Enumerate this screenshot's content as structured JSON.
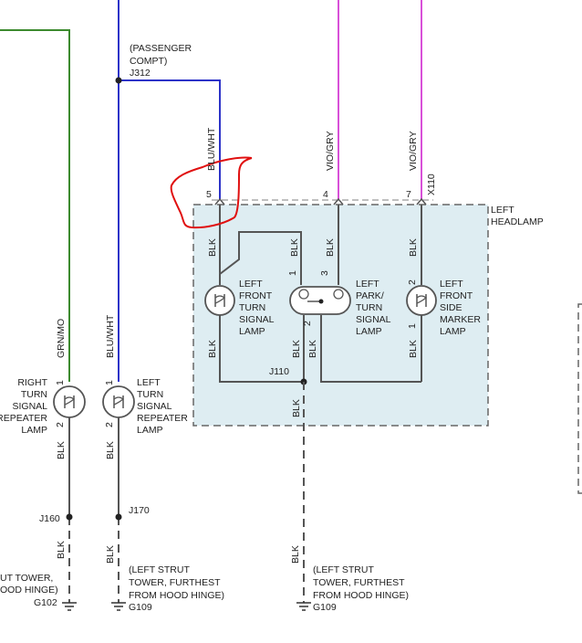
{
  "colors": {
    "green_wire": "#3c8a2e",
    "blue_wire": "#2d33c8",
    "violet_wire": "#d850d8",
    "black_wire": "#555555",
    "headlamp_fill": "#deedf2",
    "annotation": "#e01010"
  },
  "labels": {
    "passenger_compt": "(PASSENGER",
    "passenger_compt_2": "COMPT)",
    "j312": "J312",
    "blu_wht_top": "BLU/WHT",
    "vio_gry_1": "VIO/GRY",
    "vio_gry_2": "VIO/GRY",
    "x110": "X110",
    "pin5": "5",
    "pin4": "4",
    "pin7": "7",
    "left_headlamp_1": "LEFT",
    "left_headlamp_2": "HEADLAMP",
    "blk_a": "BLK",
    "blk_b": "BLK",
    "blk_c": "BLK",
    "blk_d": "BLK",
    "blk_e": "BLK",
    "blk_f": "BLK",
    "blk_g": "BLK",
    "blk_h": "BLK",
    "blk_i": "BLK",
    "blk_j": "BLK",
    "blk_k": "BLK",
    "blk_l": "BLK",
    "blk_m": "BLK",
    "blk_n": "BLK",
    "front_turn_1": "LEFT",
    "front_turn_2": "FRONT",
    "front_turn_3": "TURN",
    "front_turn_4": "SIGNAL",
    "front_turn_5": "LAMP",
    "park_1": "LEFT",
    "park_2": "PARK/",
    "park_3": "TURN",
    "park_4": "SIGNAL",
    "park_5": "LAMP",
    "side_1": "LEFT",
    "side_2": "FRONT",
    "side_3": "SIDE",
    "side_4": "MARKER",
    "side_5": "LAMP",
    "pin_p1": "1",
    "pin_p3": "3",
    "pin_p2": "2",
    "pin_s2": "2",
    "pin_s1": "1",
    "j110": "J110",
    "grn_mo": "GRN/MO",
    "blu_wht_left": "BLU/WHT",
    "right_rep_1": "RIGHT",
    "right_rep_2": "TURN",
    "right_rep_3": "SIGNAL",
    "right_rep_4": "REPEATER",
    "right_rep_5": "LAMP",
    "left_rep_1": "LEFT",
    "left_rep_2": "TURN",
    "left_rep_3": "SIGNAL",
    "left_rep_4": "REPEATER",
    "left_rep_5": "LAMP",
    "pin_r1": "1",
    "pin_r2": "2",
    "pin_l1": "1",
    "pin_l2": "2",
    "j160": "J160",
    "j170": "J170",
    "strut_left_1": "UT TOWER,",
    "strut_left_2": "OOD HINGE)",
    "g102": "G102",
    "strut_mid_1": "(LEFT STRUT",
    "strut_mid_2": "TOWER, FURTHEST",
    "strut_mid_3": "FROM HOOD HINGE)",
    "g109_a": "G109",
    "strut_right_1": "(LEFT STRUT",
    "strut_right_2": "TOWER, FURTHEST",
    "strut_right_3": "FROM HOOD HINGE)",
    "g109_b": "G109"
  }
}
